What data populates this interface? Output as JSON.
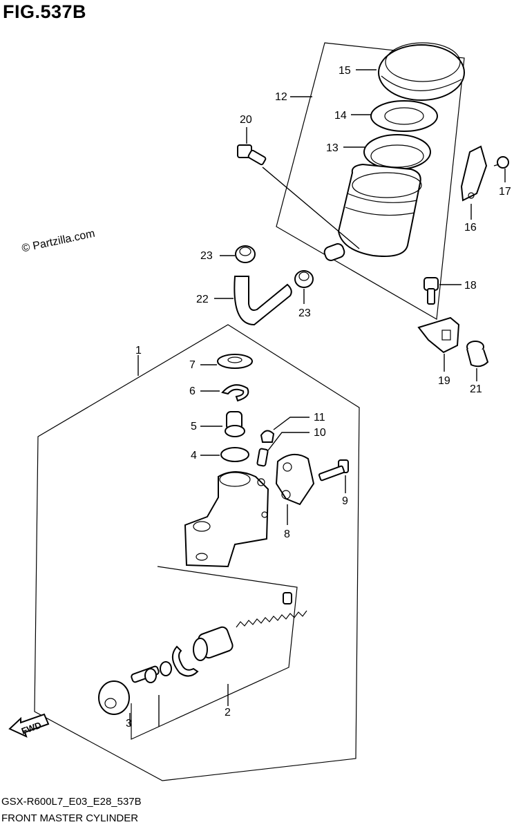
{
  "figure_title": "FIG.537B",
  "watermark": "© Partzilla.com",
  "footer": {
    "model_code": "GSX-R600L7_E03_E28_537B",
    "section_name": "FRONT MASTER CYLINDER"
  },
  "direction_label": "FWD",
  "callouts": {
    "p1": "1",
    "p2": "2",
    "p3": "3",
    "p4": "4",
    "p5": "5",
    "p6": "6",
    "p7": "7",
    "p8": "8",
    "p9": "9",
    "p10": "10",
    "p11": "11",
    "p12": "12",
    "p13": "13",
    "p14": "14",
    "p15": "15",
    "p16": "16",
    "p17": "17",
    "p18": "18",
    "p19": "19",
    "p20": "20",
    "p21": "21",
    "p22": "22",
    "p23a": "23",
    "p23b": "23"
  }
}
